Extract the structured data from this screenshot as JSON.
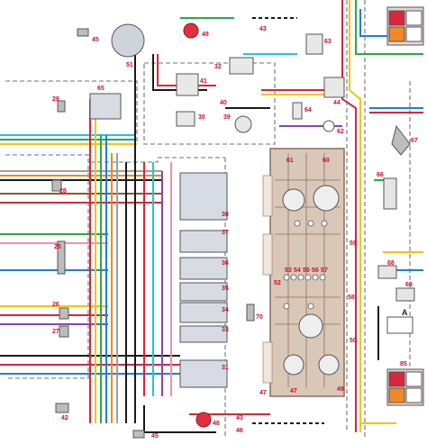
{
  "diagram": {
    "labels": [
      {
        "id": "l45a",
        "text": "45"
      },
      {
        "id": "l51",
        "text": "51"
      },
      {
        "id": "l48a",
        "text": "48"
      },
      {
        "id": "l43a",
        "text": "43"
      },
      {
        "id": "l63",
        "text": "63"
      },
      {
        "id": "l32",
        "text": "32"
      },
      {
        "id": "l41",
        "text": "41"
      },
      {
        "id": "l30",
        "text": "30"
      },
      {
        "id": "l39",
        "text": "39"
      },
      {
        "id": "l64",
        "text": "64"
      },
      {
        "id": "l44",
        "text": "44"
      },
      {
        "id": "l62",
        "text": "62"
      },
      {
        "id": "l65",
        "text": "65"
      },
      {
        "id": "l29",
        "text": "29"
      },
      {
        "id": "l28",
        "text": "28"
      },
      {
        "id": "l25",
        "text": "25"
      },
      {
        "id": "l26",
        "text": "26"
      },
      {
        "id": "l27",
        "text": "27"
      },
      {
        "id": "l42",
        "text": "42"
      },
      {
        "id": "l45b",
        "text": "45"
      },
      {
        "id": "l48b",
        "text": "48"
      },
      {
        "id": "l43b",
        "text": "43"
      },
      {
        "id": "l46",
        "text": "46"
      },
      {
        "id": "l38",
        "text": "38"
      },
      {
        "id": "l37",
        "text": "37"
      },
      {
        "id": "l36",
        "text": "36"
      },
      {
        "id": "l35",
        "text": "35"
      },
      {
        "id": "l34",
        "text": "34"
      },
      {
        "id": "l33",
        "text": "33"
      },
      {
        "id": "l31",
        "text": "31"
      },
      {
        "id": "l61",
        "text": "61"
      },
      {
        "id": "l60",
        "text": "60"
      },
      {
        "id": "l59",
        "text": "59"
      },
      {
        "id": "l53",
        "text": "53"
      },
      {
        "id": "l54",
        "text": "54"
      },
      {
        "id": "l55",
        "text": "55"
      },
      {
        "id": "l56",
        "text": "56"
      },
      {
        "id": "l57",
        "text": "57"
      },
      {
        "id": "l52",
        "text": "52"
      },
      {
        "id": "l58",
        "text": "58"
      },
      {
        "id": "l50",
        "text": "50"
      },
      {
        "id": "l70",
        "text": "70"
      },
      {
        "id": "l47",
        "text": "47"
      },
      {
        "id": "l49",
        "text": "49"
      },
      {
        "id": "l68",
        "text": "68"
      },
      {
        "id": "l69",
        "text": "69"
      },
      {
        "id": "l67",
        "text": "67"
      },
      {
        "id": "l66",
        "text": "66"
      },
      {
        "id": "l47b",
        "text": "47"
      },
      {
        "id": "l40",
        "text": "40"
      },
      {
        "id": "l85",
        "text": "85"
      }
    ],
    "connector_A_label": "A"
  },
  "colors": {
    "wire_black": "#1a1a1a",
    "wire_red": "#d7263d",
    "wire_blue": "#1f7fd1",
    "wire_cyan": "#21c6d8",
    "wire_green": "#2aa84a",
    "wire_yellow": "#f2c40f",
    "wire_orange": "#f08a24",
    "wire_brown": "#8b5a2b",
    "wire_pink": "#f48fb1",
    "wire_violet": "#8e44ad",
    "wire_grey": "#9e9e9e",
    "wire_white": "#ffffff",
    "panel_fill": "#d9c7b8",
    "panel_stroke": "#8c6f5a",
    "block_fill": "#d6dbe4",
    "border_dashed": "#9a9a9a",
    "label_red": "#c8102e"
  }
}
